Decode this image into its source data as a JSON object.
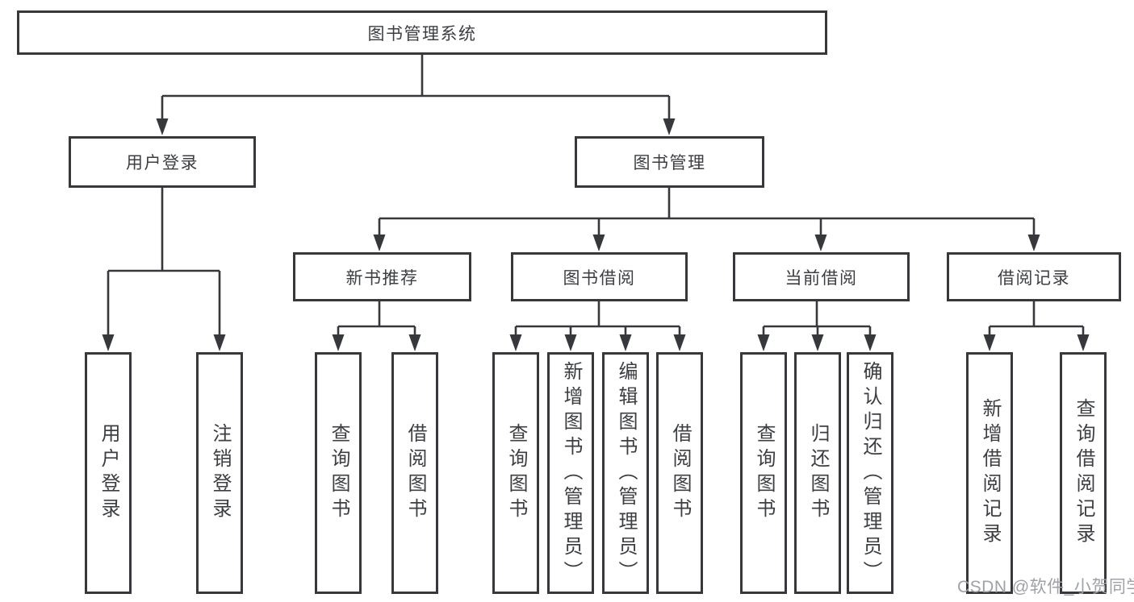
{
  "nodes": {
    "root": {
      "label": "图书管理系统"
    },
    "branches": [
      {
        "label": "用户登录",
        "parent": "图书管理系统"
      },
      {
        "label": "图书管理",
        "parent": "图书管理系统"
      }
    ],
    "modules": [
      {
        "label": "新书推荐",
        "parent": "图书管理"
      },
      {
        "label": "图书借阅",
        "parent": "图书管理"
      },
      {
        "label": "当前借阅",
        "parent": "图书管理"
      },
      {
        "label": "借阅记录",
        "parent": "图书管理"
      }
    ],
    "leaves": [
      {
        "label": "用户登录",
        "parent": "用户登录"
      },
      {
        "label": "注销登录",
        "parent": "用户登录"
      },
      {
        "label": "查询图书",
        "parent": "新书推荐"
      },
      {
        "label": "借阅图书",
        "parent": "新书推荐"
      },
      {
        "label": "查询图书",
        "parent": "图书借阅"
      },
      {
        "label": "新增图书（管理员）",
        "parent": "图书借阅"
      },
      {
        "label": "编辑图书（管理员）",
        "parent": "图书借阅"
      },
      {
        "label": "借阅图书",
        "parent": "图书借阅"
      },
      {
        "label": "查询图书",
        "parent": "当前借阅"
      },
      {
        "label": "归还图书",
        "parent": "当前借阅"
      },
      {
        "label": "确认归还（管理员）",
        "parent": "当前借阅"
      },
      {
        "label": "新增借阅记录",
        "parent": "借阅记录"
      },
      {
        "label": "查询借阅记录",
        "parent": "借阅记录"
      }
    ]
  },
  "watermark": "CSDN @软件_小贺同学",
  "colors": {
    "line": "#36383b",
    "box_border": "#36383b",
    "text": "#3c3e42",
    "watermark_text": "#9fa1a6",
    "background": "#ffffff"
  }
}
